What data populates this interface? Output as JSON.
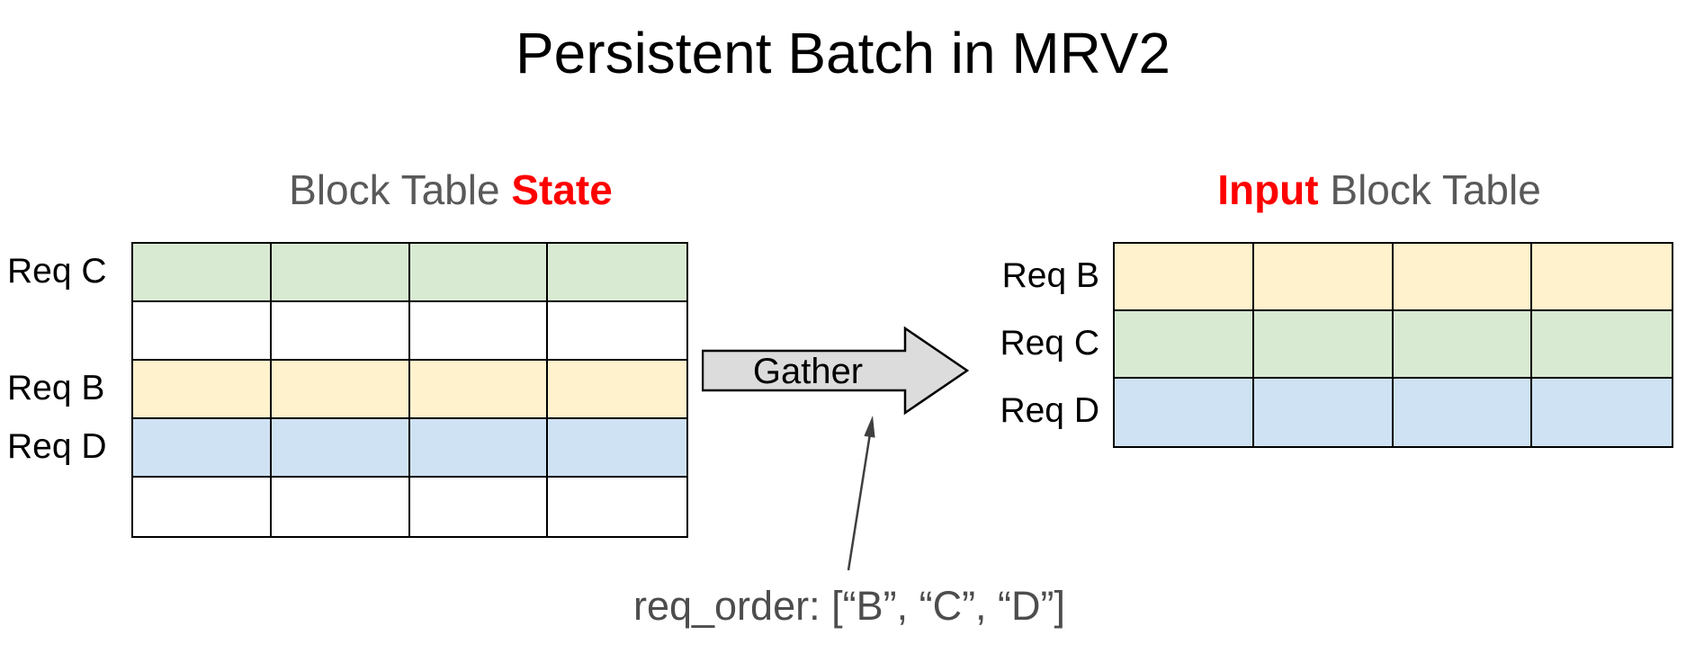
{
  "title": "Persistent Batch in MRV2",
  "left_table": {
    "heading_prefix": "Block Table ",
    "heading_highlight": "State",
    "columns": 4,
    "rows": [
      {
        "label": "Req C",
        "color": "#d9ead3"
      },
      {
        "label": "",
        "color": "#ffffff"
      },
      {
        "label": "Req B",
        "color": "#fff2cc"
      },
      {
        "label": "Req D",
        "color": "#cfe2f3"
      },
      {
        "label": "",
        "color": "#ffffff"
      }
    ]
  },
  "gather": {
    "label": "Gather"
  },
  "right_table": {
    "heading_highlight": "Input",
    "heading_suffix": " Block Table",
    "columns": 4,
    "rows": [
      {
        "label": "Req B",
        "color": "#fff2cc"
      },
      {
        "label": "Req C",
        "color": "#d9ead3"
      },
      {
        "label": "Req D",
        "color": "#cfe2f3"
      }
    ]
  },
  "annotation": {
    "text": "req_order: [“B”, “C”, “D”]"
  },
  "colors": {
    "green": "#d9ead3",
    "yellow": "#fff2cc",
    "blue": "#cfe2f3",
    "highlight_red": "#fe0000",
    "heading_gray": "#595959",
    "arrow_fill": "#dcdcdc",
    "annotation_gray": "#4d4d4d"
  }
}
